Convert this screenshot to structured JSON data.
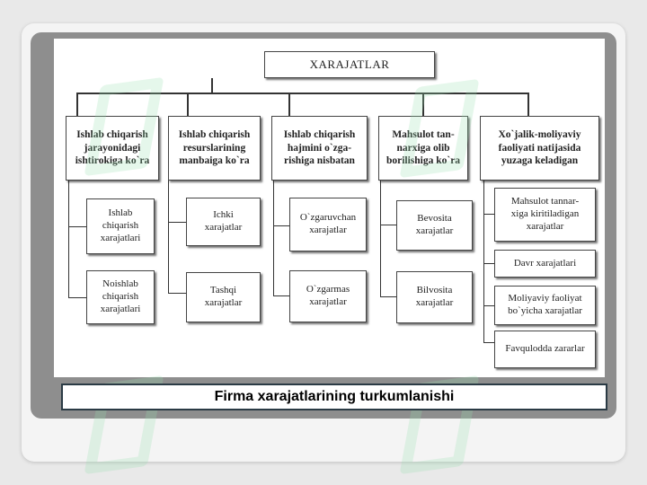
{
  "diagram": {
    "root": "XARAJATLAR",
    "categories": [
      {
        "label": "Ishlab chiqarish\njarayonidagi\nishtirokiga ko`ra",
        "items": [
          "Ishlab\nchiqarish\nxarajatlari",
          "Noishlab\nchiqarish\nxarajatlari"
        ]
      },
      {
        "label": "Ishlab chiqarish\nresurslarining\nmanbaiga ko`ra",
        "items": [
          "Ichki\nxarajatlar",
          "Tashqi\nxarajatlar"
        ]
      },
      {
        "label": "Ishlab chiqarish\nhajmini o`zga-\nrishiga nisbatan",
        "items": [
          "O`zgaruvchan\nxarajatlar",
          "O`zgarmas\nxarajatlar"
        ]
      },
      {
        "label": "Mahsulot tan-\nnarxiga olib\nborilishiga ko`ra",
        "items": [
          "Bevosita\nxarajatlar",
          "Bilvosita\nxarajatlar"
        ]
      },
      {
        "label": "Xo`jalik-moliyaviy\nfaoliyati natijasida\nyuzaga keladigan",
        "items": [
          "Mahsulot tannar-\nxiga kiritiladigan\nxarajatlar",
          "Davr xarajatlari",
          "Moliyaviy  faoliyat\nbo`yicha xarajatlar",
          "Favqulodda zararlar"
        ]
      }
    ]
  },
  "caption": "Firma xarajatlarining turkumlanishi",
  "colors": {
    "panel": "#8e8e8e",
    "caption_border": "#2b3b45",
    "watermark": "#8cdcaa"
  },
  "icons": {
    "watermark": "sofi-logo-watermark"
  }
}
